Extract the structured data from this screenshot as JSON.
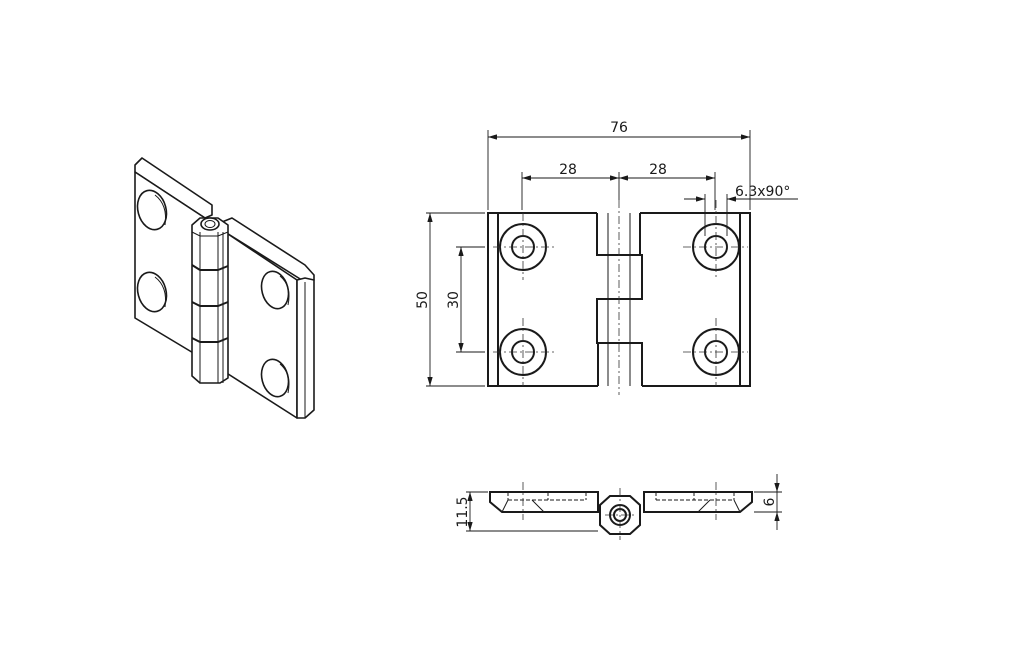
{
  "drawing": {
    "title": "Hinge technical drawing",
    "views": [
      "isometric-view",
      "front-view",
      "side-view"
    ],
    "dimensions": {
      "overall_width": "76",
      "hole_spacing_left": "28",
      "hole_spacing_right": "28",
      "countersink": "6.3x90°",
      "overall_height": "50",
      "hole_vertical_spacing": "30",
      "overall_thickness": "11.5",
      "leaf_thickness": "6"
    },
    "colors": {
      "line": "#1a1a1a",
      "background": "#ffffff"
    }
  }
}
